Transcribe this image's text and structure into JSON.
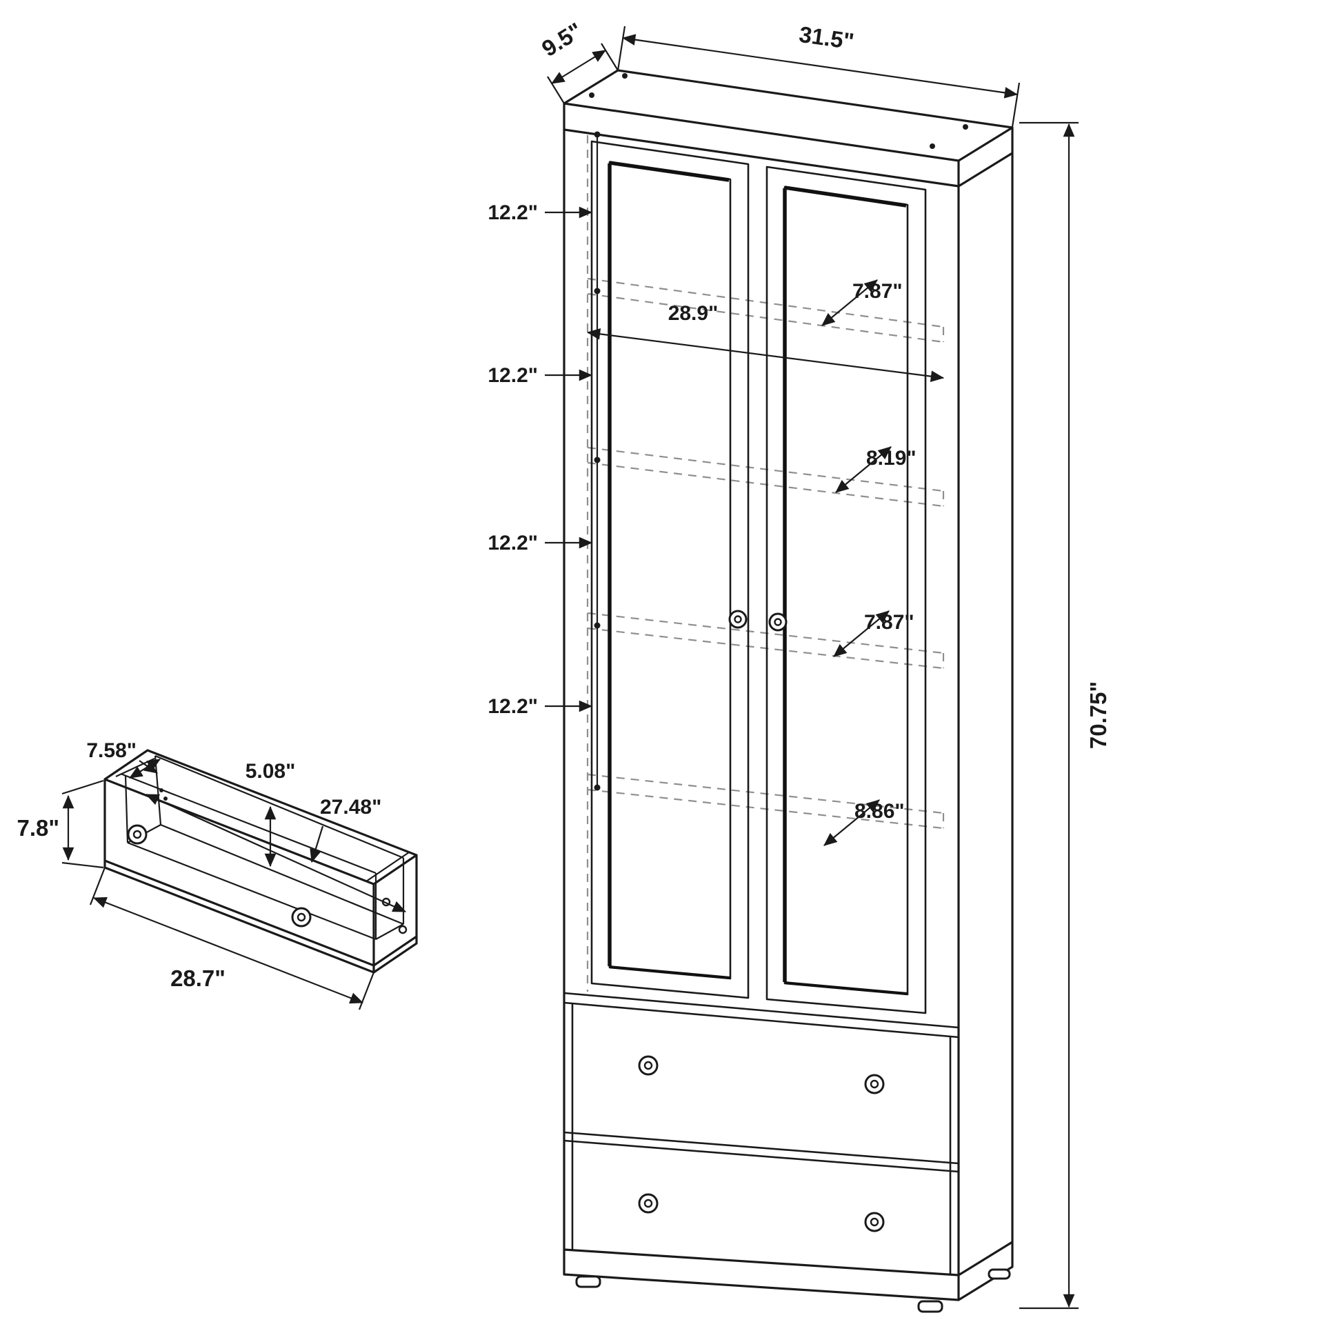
{
  "drawing": {
    "cabinet": {
      "depth": "9.5\"",
      "width": "31.5\"",
      "height": "70.75\"",
      "interior_width": "28.9\"",
      "spacing_1": "12.2\"",
      "spacing_2": "12.2\"",
      "spacing_3": "12.2\"",
      "spacing_4": "12.2\"",
      "shelf_depth_1": "7.87\"",
      "shelf_depth_2": "8.19\"",
      "shelf_depth_3": "7.87\"",
      "shelf_depth_4": "8.86\""
    },
    "drawer": {
      "inner_width": "7.58\"",
      "inner_height": "5.08\"",
      "inner_length": "27.48\"",
      "front_height": "7.8\"",
      "length": "28.7\""
    }
  }
}
